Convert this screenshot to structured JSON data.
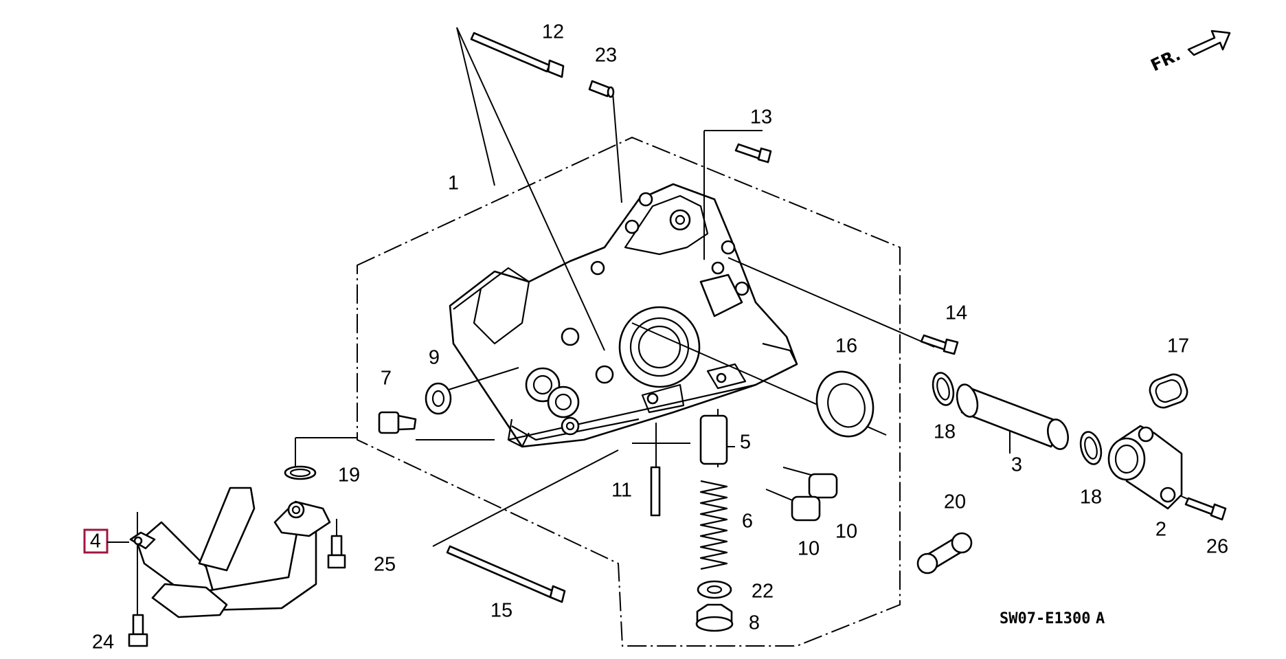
{
  "diagram": {
    "part_labels": {
      "p1": "1",
      "p2": "2",
      "p3": "3",
      "p4": "4",
      "p5": "5",
      "p6": "6",
      "p7": "7",
      "p8": "8",
      "p9": "9",
      "p10a": "10",
      "p10b": "10",
      "p11": "11",
      "p12": "12",
      "p13": "13",
      "p14": "14",
      "p15": "15",
      "p16": "16",
      "p17": "17",
      "p18a": "18",
      "p18b": "18",
      "p19": "19",
      "p20": "20",
      "p22": "22",
      "p23": "23",
      "p24": "24",
      "p25": "25",
      "p26": "26"
    },
    "highlighted_part": "4",
    "highlight_color": "#a0153e",
    "diagram_code": "SW07-E1300",
    "diagram_code_suffix": "A",
    "front_indicator": "FR."
  }
}
